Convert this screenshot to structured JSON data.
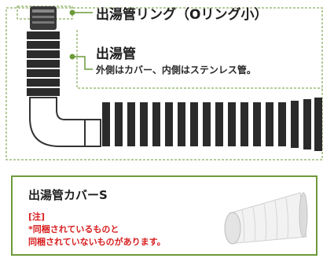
{
  "labels": {
    "ring": "出湯管リング（Oリング小）",
    "pipe": "出湯管",
    "pipe_sub": "外側はカバー、内側はステンレス管。"
  },
  "panel": {
    "title": "出湯管カバーS",
    "note_head": "[注]",
    "note_line1": "*同梱されているものと",
    "note_line2": "同梱されていないものがあります。"
  },
  "colors": {
    "accent_green": "#6e9a3a",
    "note_red": "#d81e1e"
  }
}
